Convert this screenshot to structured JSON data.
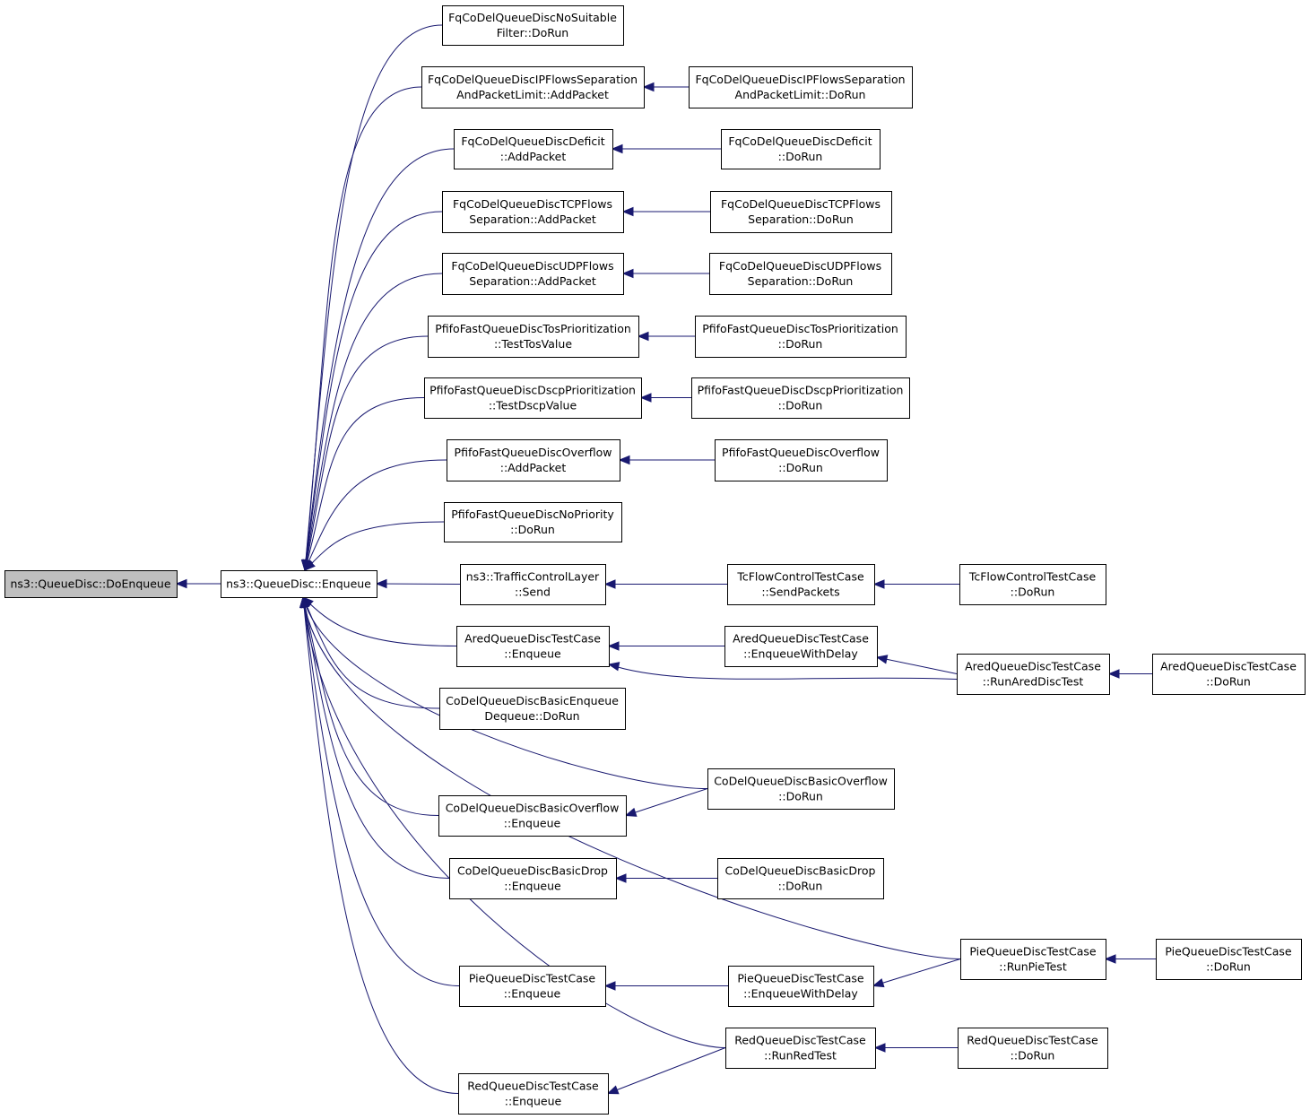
{
  "graph": {
    "type": "caller-graph",
    "colors": {
      "edge": "#191970",
      "root_fill": "#bfbfbf",
      "node_fill": "#ffffff",
      "node_stroke": "#000000"
    },
    "nodes": [
      {
        "id": "doenqueue",
        "lines": [
          "ns3::QueueDisc::DoEnqueue"
        ],
        "root": true
      },
      {
        "id": "enqueue",
        "lines": [
          "ns3::QueueDisc::Enqueue"
        ]
      },
      {
        "id": "fq_nosuit",
        "lines": [
          "FqCoDelQueueDiscNoSuitable",
          "Filter::DoRun"
        ]
      },
      {
        "id": "fq_ipflows_add",
        "lines": [
          "FqCoDelQueueDiscIPFlowsSeparation",
          "AndPacketLimit::AddPacket"
        ]
      },
      {
        "id": "fq_ipflows_run",
        "lines": [
          "FqCoDelQueueDiscIPFlowsSeparation",
          "AndPacketLimit::DoRun"
        ]
      },
      {
        "id": "fq_deficit_add",
        "lines": [
          "FqCoDelQueueDiscDeficit",
          "::AddPacket"
        ]
      },
      {
        "id": "fq_deficit_run",
        "lines": [
          "FqCoDelQueueDiscDeficit",
          "::DoRun"
        ]
      },
      {
        "id": "fq_tcp_add",
        "lines": [
          "FqCoDelQueueDiscTCPFlows",
          "Separation::AddPacket"
        ]
      },
      {
        "id": "fq_tcp_run",
        "lines": [
          "FqCoDelQueueDiscTCPFlows",
          "Separation::DoRun"
        ]
      },
      {
        "id": "fq_udp_add",
        "lines": [
          "FqCoDelQueueDiscUDPFlows",
          "Separation::AddPacket"
        ]
      },
      {
        "id": "fq_udp_run",
        "lines": [
          "FqCoDelQueueDiscUDPFlows",
          "Separation::DoRun"
        ]
      },
      {
        "id": "pf_tos_test",
        "lines": [
          "PfifoFastQueueDiscTosPrioritization",
          "::TestTosValue"
        ]
      },
      {
        "id": "pf_tos_run",
        "lines": [
          "PfifoFastQueueDiscTosPrioritization",
          "::DoRun"
        ]
      },
      {
        "id": "pf_dscp_test",
        "lines": [
          "PfifoFastQueueDiscDscpPrioritization",
          "::TestDscpValue"
        ]
      },
      {
        "id": "pf_dscp_run",
        "lines": [
          "PfifoFastQueueDiscDscpPrioritization",
          "::DoRun"
        ]
      },
      {
        "id": "pf_over_add",
        "lines": [
          "PfifoFastQueueDiscOverflow",
          "::AddPacket"
        ]
      },
      {
        "id": "pf_over_run",
        "lines": [
          "PfifoFastQueueDiscOverflow",
          "::DoRun"
        ]
      },
      {
        "id": "pf_nopri_run",
        "lines": [
          "PfifoFastQueueDiscNoPriority",
          "::DoRun"
        ]
      },
      {
        "id": "tcl_send",
        "lines": [
          "ns3::TrafficControlLayer",
          "::Send"
        ]
      },
      {
        "id": "tcflow_send",
        "lines": [
          "TcFlowControlTestCase",
          "::SendPackets"
        ]
      },
      {
        "id": "tcflow_run",
        "lines": [
          "TcFlowControlTestCase",
          "::DoRun"
        ]
      },
      {
        "id": "ared_enq",
        "lines": [
          "AredQueueDiscTestCase",
          "::Enqueue"
        ]
      },
      {
        "id": "ared_enqdelay",
        "lines": [
          "AredQueueDiscTestCase",
          "::EnqueueWithDelay"
        ]
      },
      {
        "id": "ared_runtest",
        "lines": [
          "AredQueueDiscTestCase",
          "::RunAredDiscTest"
        ]
      },
      {
        "id": "ared_run",
        "lines": [
          "AredQueueDiscTestCase",
          "::DoRun"
        ]
      },
      {
        "id": "codel_basic_enq_run",
        "lines": [
          "CoDelQueueDiscBasicEnqueue",
          "Dequeue::DoRun"
        ]
      },
      {
        "id": "codel_over_run",
        "lines": [
          "CoDelQueueDiscBasicOverflow",
          "::DoRun"
        ]
      },
      {
        "id": "codel_over_enq",
        "lines": [
          "CoDelQueueDiscBasicOverflow",
          "::Enqueue"
        ]
      },
      {
        "id": "codel_drop_enq",
        "lines": [
          "CoDelQueueDiscBasicDrop",
          "::Enqueue"
        ]
      },
      {
        "id": "codel_drop_run",
        "lines": [
          "CoDelQueueDiscBasicDrop",
          "::DoRun"
        ]
      },
      {
        "id": "pie_runtest",
        "lines": [
          "PieQueueDiscTestCase",
          "::RunPieTest"
        ]
      },
      {
        "id": "pie_run",
        "lines": [
          "PieQueueDiscTestCase",
          "::DoRun"
        ]
      },
      {
        "id": "pie_enq",
        "lines": [
          "PieQueueDiscTestCase",
          "::Enqueue"
        ]
      },
      {
        "id": "pie_enqdelay",
        "lines": [
          "PieQueueDiscTestCase",
          "::EnqueueWithDelay"
        ]
      },
      {
        "id": "red_runtest",
        "lines": [
          "RedQueueDiscTestCase",
          "::RunRedTest"
        ]
      },
      {
        "id": "red_run",
        "lines": [
          "RedQueueDiscTestCase",
          "::DoRun"
        ]
      },
      {
        "id": "red_enq",
        "lines": [
          "RedQueueDiscTestCase",
          "::Enqueue"
        ]
      }
    ],
    "edges": [
      {
        "from": "enqueue",
        "to": "doenqueue"
      },
      {
        "from": "fq_nosuit",
        "to": "enqueue"
      },
      {
        "from": "fq_ipflows_add",
        "to": "enqueue"
      },
      {
        "from": "fq_deficit_add",
        "to": "enqueue"
      },
      {
        "from": "fq_tcp_add",
        "to": "enqueue"
      },
      {
        "from": "fq_udp_add",
        "to": "enqueue"
      },
      {
        "from": "pf_tos_test",
        "to": "enqueue"
      },
      {
        "from": "pf_dscp_test",
        "to": "enqueue"
      },
      {
        "from": "pf_over_add",
        "to": "enqueue"
      },
      {
        "from": "pf_nopri_run",
        "to": "enqueue"
      },
      {
        "from": "tcl_send",
        "to": "enqueue"
      },
      {
        "from": "ared_enq",
        "to": "enqueue"
      },
      {
        "from": "codel_basic_enq_run",
        "to": "enqueue"
      },
      {
        "from": "codel_over_run",
        "to": "enqueue"
      },
      {
        "from": "codel_over_enq",
        "to": "enqueue"
      },
      {
        "from": "codel_drop_enq",
        "to": "enqueue"
      },
      {
        "from": "pie_runtest",
        "to": "enqueue"
      },
      {
        "from": "pie_enq",
        "to": "enqueue"
      },
      {
        "from": "red_runtest",
        "to": "enqueue"
      },
      {
        "from": "red_enq",
        "to": "enqueue"
      },
      {
        "from": "fq_ipflows_run",
        "to": "fq_ipflows_add"
      },
      {
        "from": "fq_deficit_run",
        "to": "fq_deficit_add"
      },
      {
        "from": "fq_tcp_run",
        "to": "fq_tcp_add"
      },
      {
        "from": "fq_udp_run",
        "to": "fq_udp_add"
      },
      {
        "from": "pf_tos_run",
        "to": "pf_tos_test"
      },
      {
        "from": "pf_dscp_run",
        "to": "pf_dscp_test"
      },
      {
        "from": "pf_over_run",
        "to": "pf_over_add"
      },
      {
        "from": "tcflow_send",
        "to": "tcl_send"
      },
      {
        "from": "tcflow_run",
        "to": "tcflow_send"
      },
      {
        "from": "ared_enqdelay",
        "to": "ared_enq"
      },
      {
        "from": "ared_runtest",
        "to": "ared_enq"
      },
      {
        "from": "ared_runtest",
        "to": "ared_enqdelay"
      },
      {
        "from": "ared_run",
        "to": "ared_runtest"
      },
      {
        "from": "codel_over_run",
        "to": "codel_over_enq"
      },
      {
        "from": "codel_drop_run",
        "to": "codel_drop_enq"
      },
      {
        "from": "pie_run",
        "to": "pie_runtest"
      },
      {
        "from": "pie_runtest",
        "to": "pie_enqdelay"
      },
      {
        "from": "pie_enqdelay",
        "to": "pie_enq"
      },
      {
        "from": "red_run",
        "to": "red_runtest"
      },
      {
        "from": "red_runtest",
        "to": "red_enq"
      }
    ]
  }
}
